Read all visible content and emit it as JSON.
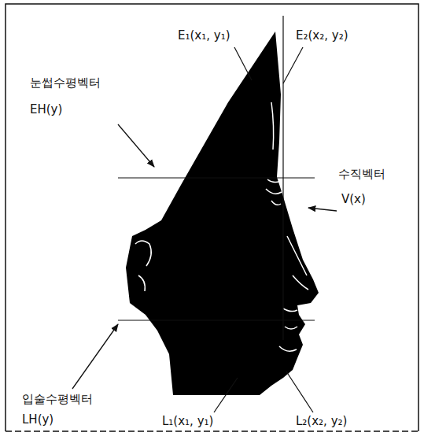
{
  "diagram": {
    "labels": [
      "눈썹수평벡터",
      "EH(y)",
      "E₁(x₁, y₁)",
      "E₂(x₂, y₂)",
      "수직벡터",
      "V(x)",
      "입술수평벡터",
      "LH(y)",
      "L₁(x₁, y₁)",
      "L₂(x₂, y₂)"
    ]
  }
}
